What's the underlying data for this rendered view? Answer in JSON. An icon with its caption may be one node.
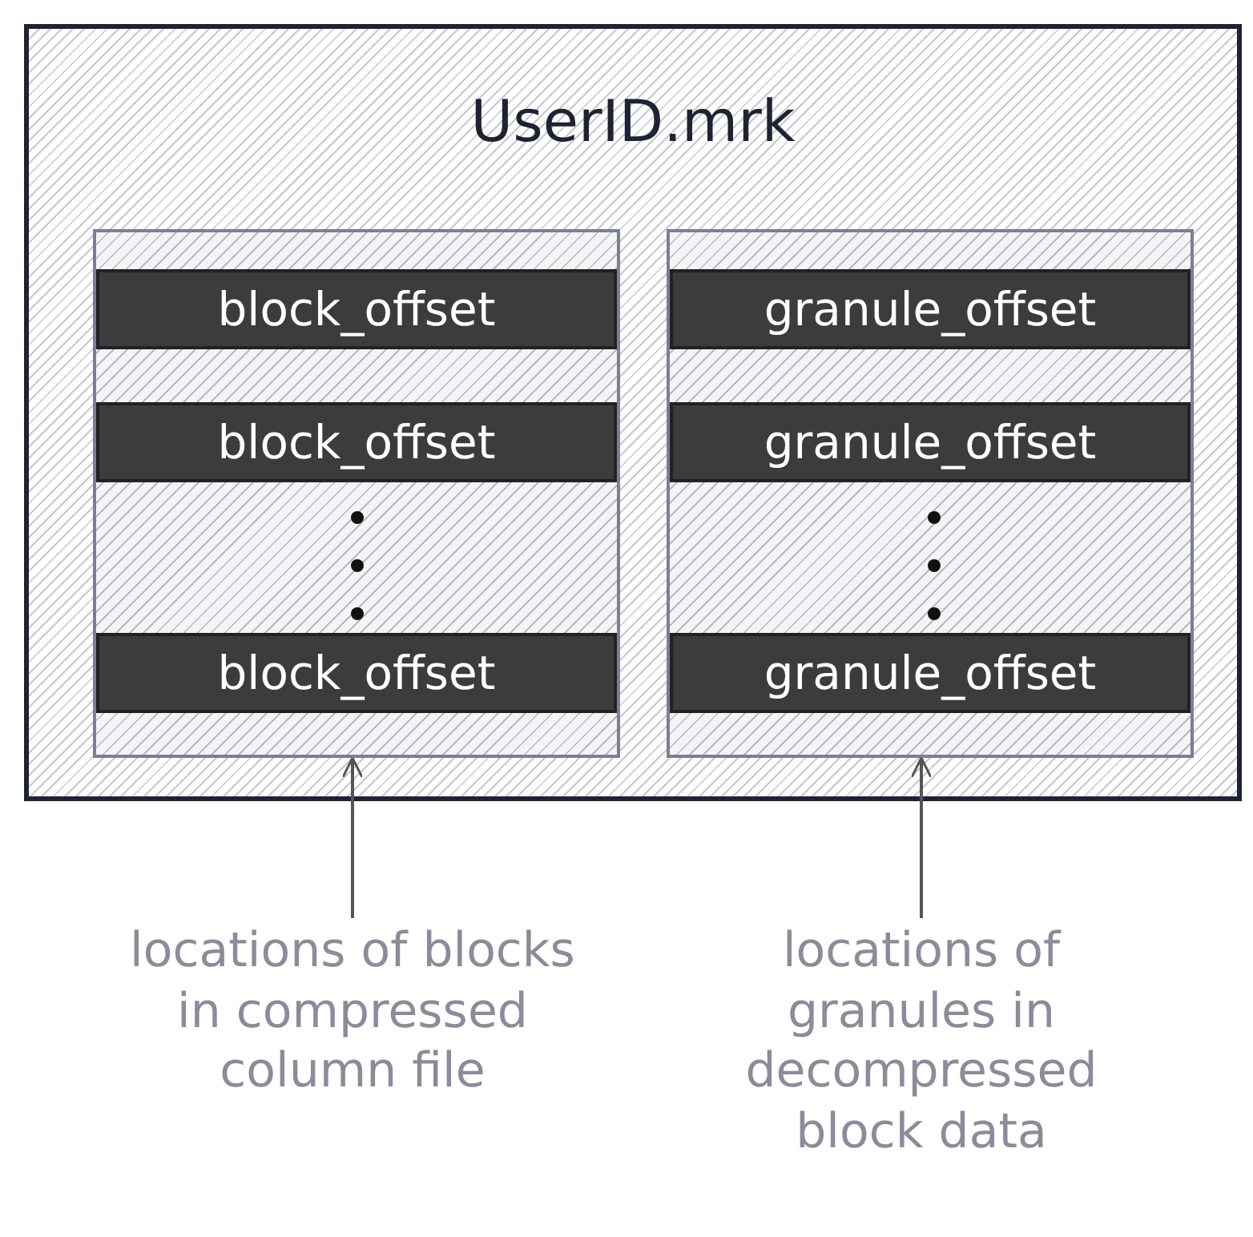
{
  "diagram": {
    "nodes": [
      {
        "text": [
          "UserID.mrk"
        ]
      },
      {
        "text": [],
        "shape": "box",
        "in": 0
      },
      {
        "text": [],
        "shape": "box",
        "in": 0
      },
      {
        "text": [
          "block_offset"
        ],
        "in": 1
      },
      {
        "text": [
          "granule_offset"
        ],
        "in": 2
      },
      {
        "text": [
          "block_offset"
        ],
        "in": 1
      },
      {
        "text": [
          "granule_offset"
        ],
        "in": 2
      },
      {
        "text": [
          "block_offset"
        ],
        "in": 1
      },
      {
        "text": [
          "granule_offset"
        ],
        "in": 2
      },
      {
        "text": [
          "locations of blocks in compressed column file"
        ]
      },
      {
        "text": [
          "locations of granules in decompressed block data"
        ]
      }
    ],
    "edges": [
      {
        "from": 9,
        "to": 1,
        "arrow": "to"
      },
      {
        "from": 10,
        "to": 2,
        "arrow": "to"
      }
    ]
  }
}
